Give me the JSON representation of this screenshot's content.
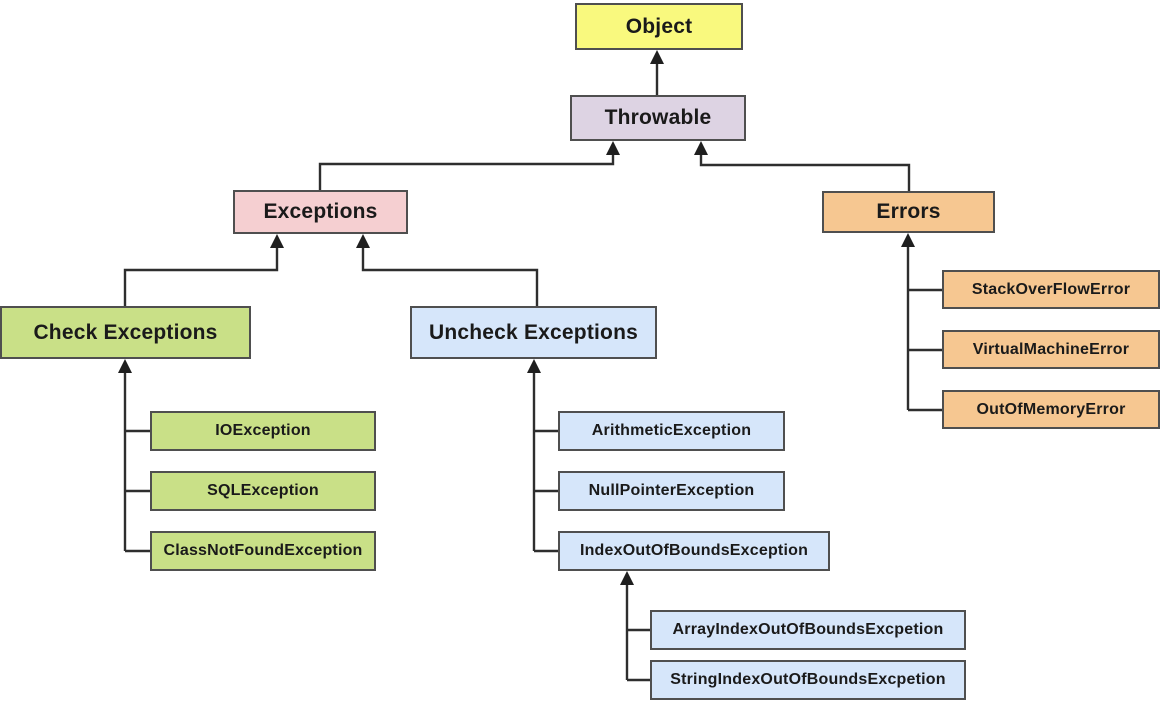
{
  "palette": {
    "yellow": "#F9F97E",
    "lavender": "#DDD3E3",
    "pink": "#F5CFD1",
    "orange": "#F6C791",
    "green": "#C9E087",
    "blue": "#D6E6FA",
    "box_border": "#4F4F4F",
    "line": "#2E2E2E",
    "text": "#1A1A1A",
    "background": "#FFFFFF"
  },
  "nodes": {
    "object": {
      "label": "Object",
      "color": "#F9F97E"
    },
    "throwable": {
      "label": "Throwable",
      "color": "#DDD3E3"
    },
    "exceptions": {
      "label": "Exceptions",
      "color": "#F5CFD1"
    },
    "errors": {
      "label": "Errors",
      "color": "#F6C791"
    },
    "check_exceptions": {
      "label": "Check Exceptions",
      "color": "#C9E087"
    },
    "uncheck_exceptions": {
      "label": "Uncheck Exceptions",
      "color": "#D6E6FA"
    },
    "io_exception": {
      "label": "IOException",
      "color": "#C9E087"
    },
    "sql_exception": {
      "label": "SQLException",
      "color": "#C9E087"
    },
    "class_not_found_exception": {
      "label": "ClassNotFoundException",
      "color": "#C9E087"
    },
    "arithmetic_exception": {
      "label": "ArithmeticException",
      "color": "#D6E6FA"
    },
    "null_pointer_exception": {
      "label": "NullPointerException",
      "color": "#D6E6FA"
    },
    "index_out_of_bounds_exception": {
      "label": "IndexOutOfBoundsException",
      "color": "#D6E6FA"
    },
    "array_index_out_of_bounds_excpetion": {
      "label": "ArrayIndexOutOfBoundsExcpetion",
      "color": "#D6E6FA"
    },
    "string_index_out_of_bounds_excpetion": {
      "label": "StringIndexOutOfBoundsExcpetion",
      "color": "#D6E6FA"
    },
    "stack_overflow_error": {
      "label": "StackOverFlowError",
      "color": "#F6C791"
    },
    "virtual_machine_error": {
      "label": "VirtualMachineError",
      "color": "#F6C791"
    },
    "out_of_memory_error": {
      "label": "OutOfMemoryError",
      "color": "#F6C791"
    }
  },
  "edges": [
    {
      "child": "Throwable",
      "parent": "Object"
    },
    {
      "child": "Exceptions",
      "parent": "Throwable"
    },
    {
      "child": "Errors",
      "parent": "Throwable"
    },
    {
      "child": "Check Exceptions",
      "parent": "Exceptions"
    },
    {
      "child": "Uncheck Exceptions",
      "parent": "Exceptions"
    },
    {
      "child": "IOException",
      "parent": "Check Exceptions"
    },
    {
      "child": "SQLException",
      "parent": "Check Exceptions"
    },
    {
      "child": "ClassNotFoundException",
      "parent": "Check Exceptions"
    },
    {
      "child": "ArithmeticException",
      "parent": "Uncheck Exceptions"
    },
    {
      "child": "NullPointerException",
      "parent": "Uncheck Exceptions"
    },
    {
      "child": "IndexOutOfBoundsException",
      "parent": "Uncheck Exceptions"
    },
    {
      "child": "ArrayIndexOutOfBoundsExcpetion",
      "parent": "IndexOutOfBoundsException"
    },
    {
      "child": "StringIndexOutOfBoundsExcpetion",
      "parent": "IndexOutOfBoundsException"
    },
    {
      "child": "StackOverFlowError",
      "parent": "Errors"
    },
    {
      "child": "VirtualMachineError",
      "parent": "Errors"
    },
    {
      "child": "OutOfMemoryError",
      "parent": "Errors"
    }
  ]
}
